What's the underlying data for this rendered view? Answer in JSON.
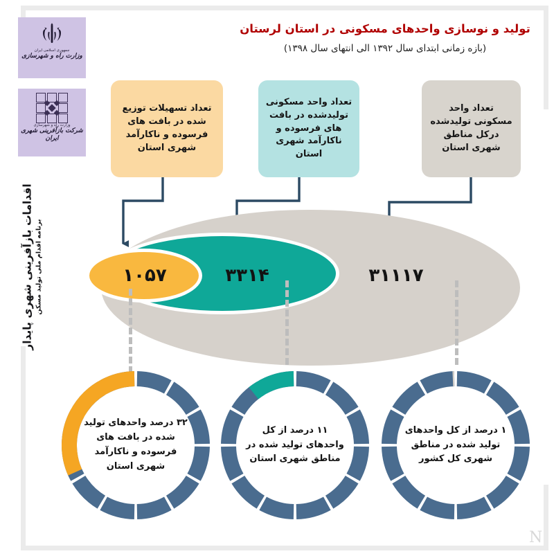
{
  "header": {
    "title": "تولید و نوسازی واحدهای مسکونی در استان لرستان",
    "subtitle": "(بازه زمانی ابتدای سال ۱۳۹۲ الی انتهای سال ۱۳۹۸)"
  },
  "side_label": {
    "line1": "اقدامات بازآفرینی شهری پایدار",
    "line2": "برنامه اقدام ملی تولید مسکن"
  },
  "logos": [
    {
      "name": "ministry-of-roads-and-urban-development",
      "caption_small": "جمهوری اسلامی ایران",
      "caption_big": "وزارت راه و شهرسازی"
    },
    {
      "name": "urban-regeneration-company-of-iran",
      "caption_small": "وزارت راه و شهرسازی",
      "caption_big": "شرکت بازآفرینی شهری ایران"
    }
  ],
  "callouts": [
    {
      "id": "facilities-distributed",
      "text": "تعداد تسهیلات توزیع شده در بافت های فرسوده و ناکارآمد شهری استان",
      "color": "#fbd9a2"
    },
    {
      "id": "units-produced-worn-texture",
      "text": "تعداد واحد مسکونی تولیدشده در بافت های فرسوده و ناکارآمد شهری استان",
      "color": "#b4e2e2"
    },
    {
      "id": "units-produced-all-urban",
      "text": "تعداد واحد مسکونی تولیدشده درکل مناطق شهری استان",
      "color": "#d8d4cd"
    }
  ],
  "colors": {
    "title_red": "#b00000",
    "orange": "#f9b83f",
    "teal": "#0fa898",
    "gray": "#d6d1cb",
    "navy_arrow": "#2c4a63",
    "ring_blue": "#4a6c8f",
    "ring_orange": "#f5a623",
    "logo_purple": "#cfc3e4"
  },
  "chart_data": [
    {
      "type": "pie",
      "id": "nested-ellipse-counts",
      "title": "تولید و نوسازی واحدهای مسکونی در استان لرستان",
      "labels": [
        "تعداد تسهیلات توزیع شده در بافت های فرسوده و ناکارآمد شهری استان",
        "تعداد واحد مسکونی تولیدشده در بافت های فرسوده و ناکارآمد شهری استان",
        "تعداد واحد مسکونی تولیدشده درکل مناطق شهری استان"
      ],
      "values": [
        1057,
        3314,
        31117
      ],
      "value_labels": [
        "۱۰۵۷",
        "۳۳۱۴",
        "۳۱۱۱۷"
      ],
      "colors": [
        "#f9b83f",
        "#0fa898",
        "#d6d1cb"
      ],
      "legend": "none",
      "grid": false
    },
    {
      "type": "pie",
      "id": "donut-32-percent",
      "percent": 32,
      "percent_label": "۳۲",
      "caption": "۳۲ درصد واحدهای تولید شده در بافت های فرسوده و ناکارآمد شهری استان",
      "highlight_color": "#f5a623",
      "base_color": "#4a6c8f",
      "segments": 12
    },
    {
      "type": "pie",
      "id": "donut-11-percent",
      "percent": 11,
      "percent_label": "۱۱",
      "caption": "۱۱ درصد از کل واحدهای تولید شده در مناطق شهری استان",
      "highlight_color": "#0fa898",
      "base_color": "#4a6c8f",
      "segments": 12
    },
    {
      "type": "pie",
      "id": "donut-1-percent",
      "percent": 1,
      "percent_label": "۱",
      "caption": "۱ درصد از کل واحدهای تولید شده در مناطق شهری کل کشور",
      "highlight_color": "#d6d1cb",
      "base_color": "#4a6c8f",
      "segments": 12
    }
  ],
  "watermark": "N"
}
